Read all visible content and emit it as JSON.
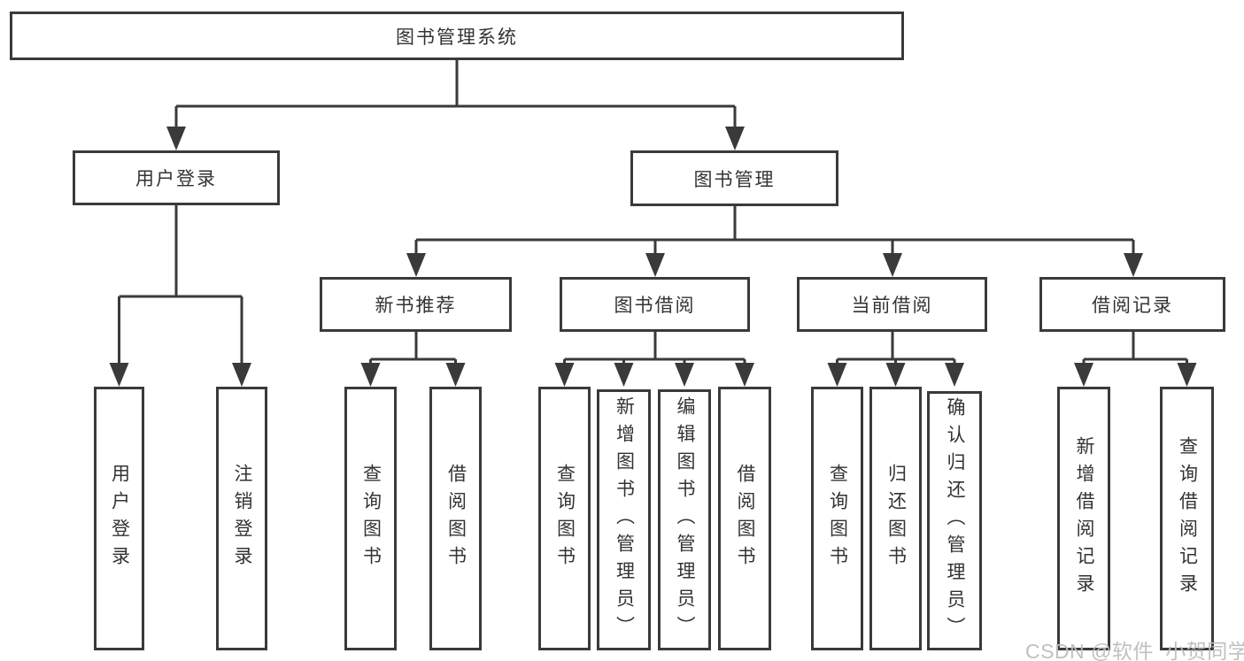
{
  "diagram": {
    "root": {
      "label": "图书管理系统"
    },
    "level2": [
      {
        "label": "用户登录"
      },
      {
        "label": "图书管理"
      }
    ],
    "level3": [
      {
        "label": "新书推荐"
      },
      {
        "label": "图书借阅"
      },
      {
        "label": "当前借阅"
      },
      {
        "label": "借阅记录"
      }
    ],
    "leaves": [
      {
        "label": "用户登录"
      },
      {
        "label": "注销登录"
      },
      {
        "label": "查询图书"
      },
      {
        "label": "借阅图书"
      },
      {
        "label": "查询图书"
      },
      {
        "label": "新增图书（管理员）"
      },
      {
        "label": "编辑图书（管理员）"
      },
      {
        "label": "借阅图书"
      },
      {
        "label": "查询图书"
      },
      {
        "label": "归还图书"
      },
      {
        "label": "确认归还（管理员）"
      },
      {
        "label": "新增借阅记录"
      },
      {
        "label": "查询借阅记录"
      }
    ]
  },
  "watermark": "CSDN @软件_小贺同学",
  "colors": {
    "line": "#3a3a3a",
    "text": "#333333",
    "watermark": "#bdbdbd",
    "background": "#ffffff"
  }
}
